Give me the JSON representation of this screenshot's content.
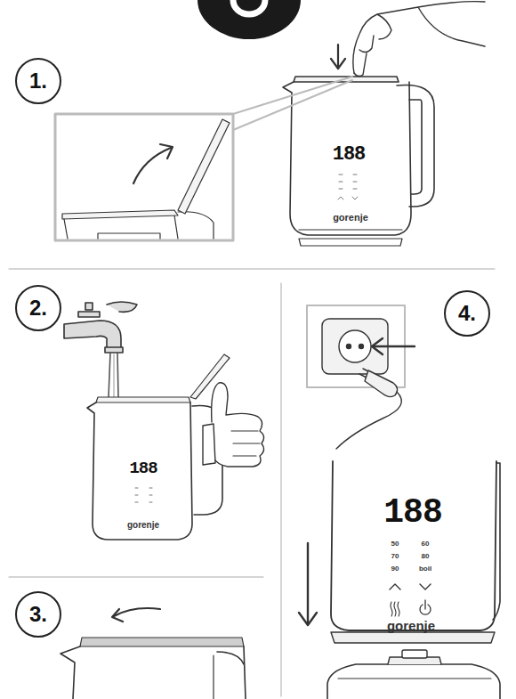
{
  "diagram": {
    "nodes": [
      {
        "text": [
          "1."
        ]
      },
      {
        "text": [
          "2."
        ]
      },
      {
        "text": [
          "3."
        ]
      },
      {
        "text": [
          "4."
        ]
      }
    ],
    "labels": [
      "188",
      "gorenje",
      "188",
      "gorenje",
      "188",
      "50",
      "60",
      "70",
      "80",
      "90",
      "boil",
      "gorenje"
    ]
  }
}
